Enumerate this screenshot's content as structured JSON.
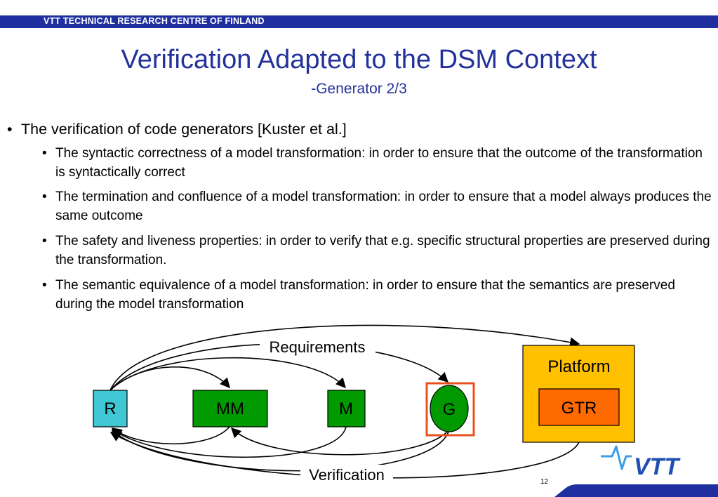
{
  "header": {
    "org_name": "VTT TECHNICAL RESEARCH CENTRE OF FINLAND"
  },
  "title": "Verification Adapted to the DSM Context",
  "subtitle": "-Generator 2/3",
  "bullets": {
    "main": "The verification of code generators [Kuster et al.]",
    "sub": [
      "The syntactic correctness of a model transformation: in order to ensure that the outcome of the transformation is syntactically correct",
      "The termination and confluence of a model transformation: in order to ensure that a model always produces the same outcome",
      "The safety and liveness properties: in order to verify that e.g. specific structural properties are preserved during the transformation.",
      "The semantic equivalence of a model transformation: in order to ensure that the semantics are preserved during the model transformation"
    ]
  },
  "diagram": {
    "nodes": {
      "r": "R",
      "mm": "MM",
      "m": "M",
      "g": "G",
      "platform": "Platform",
      "gtr": "GTR"
    },
    "labels": {
      "requirements": "Requirements",
      "verification": "Verification"
    }
  },
  "logo": {
    "text": "VTT"
  },
  "slide_number": "12",
  "colors": {
    "header_bar": "#1f2f9f",
    "title": "#23329b",
    "node_r": "#3fc8d4",
    "node_green": "#009a00",
    "g_highlight": "#e8501e",
    "platform": "#ffc000",
    "gtr": "#ff6a00",
    "logo_blue": "#1f4fb0",
    "logo_light": "#3a9ee8"
  }
}
